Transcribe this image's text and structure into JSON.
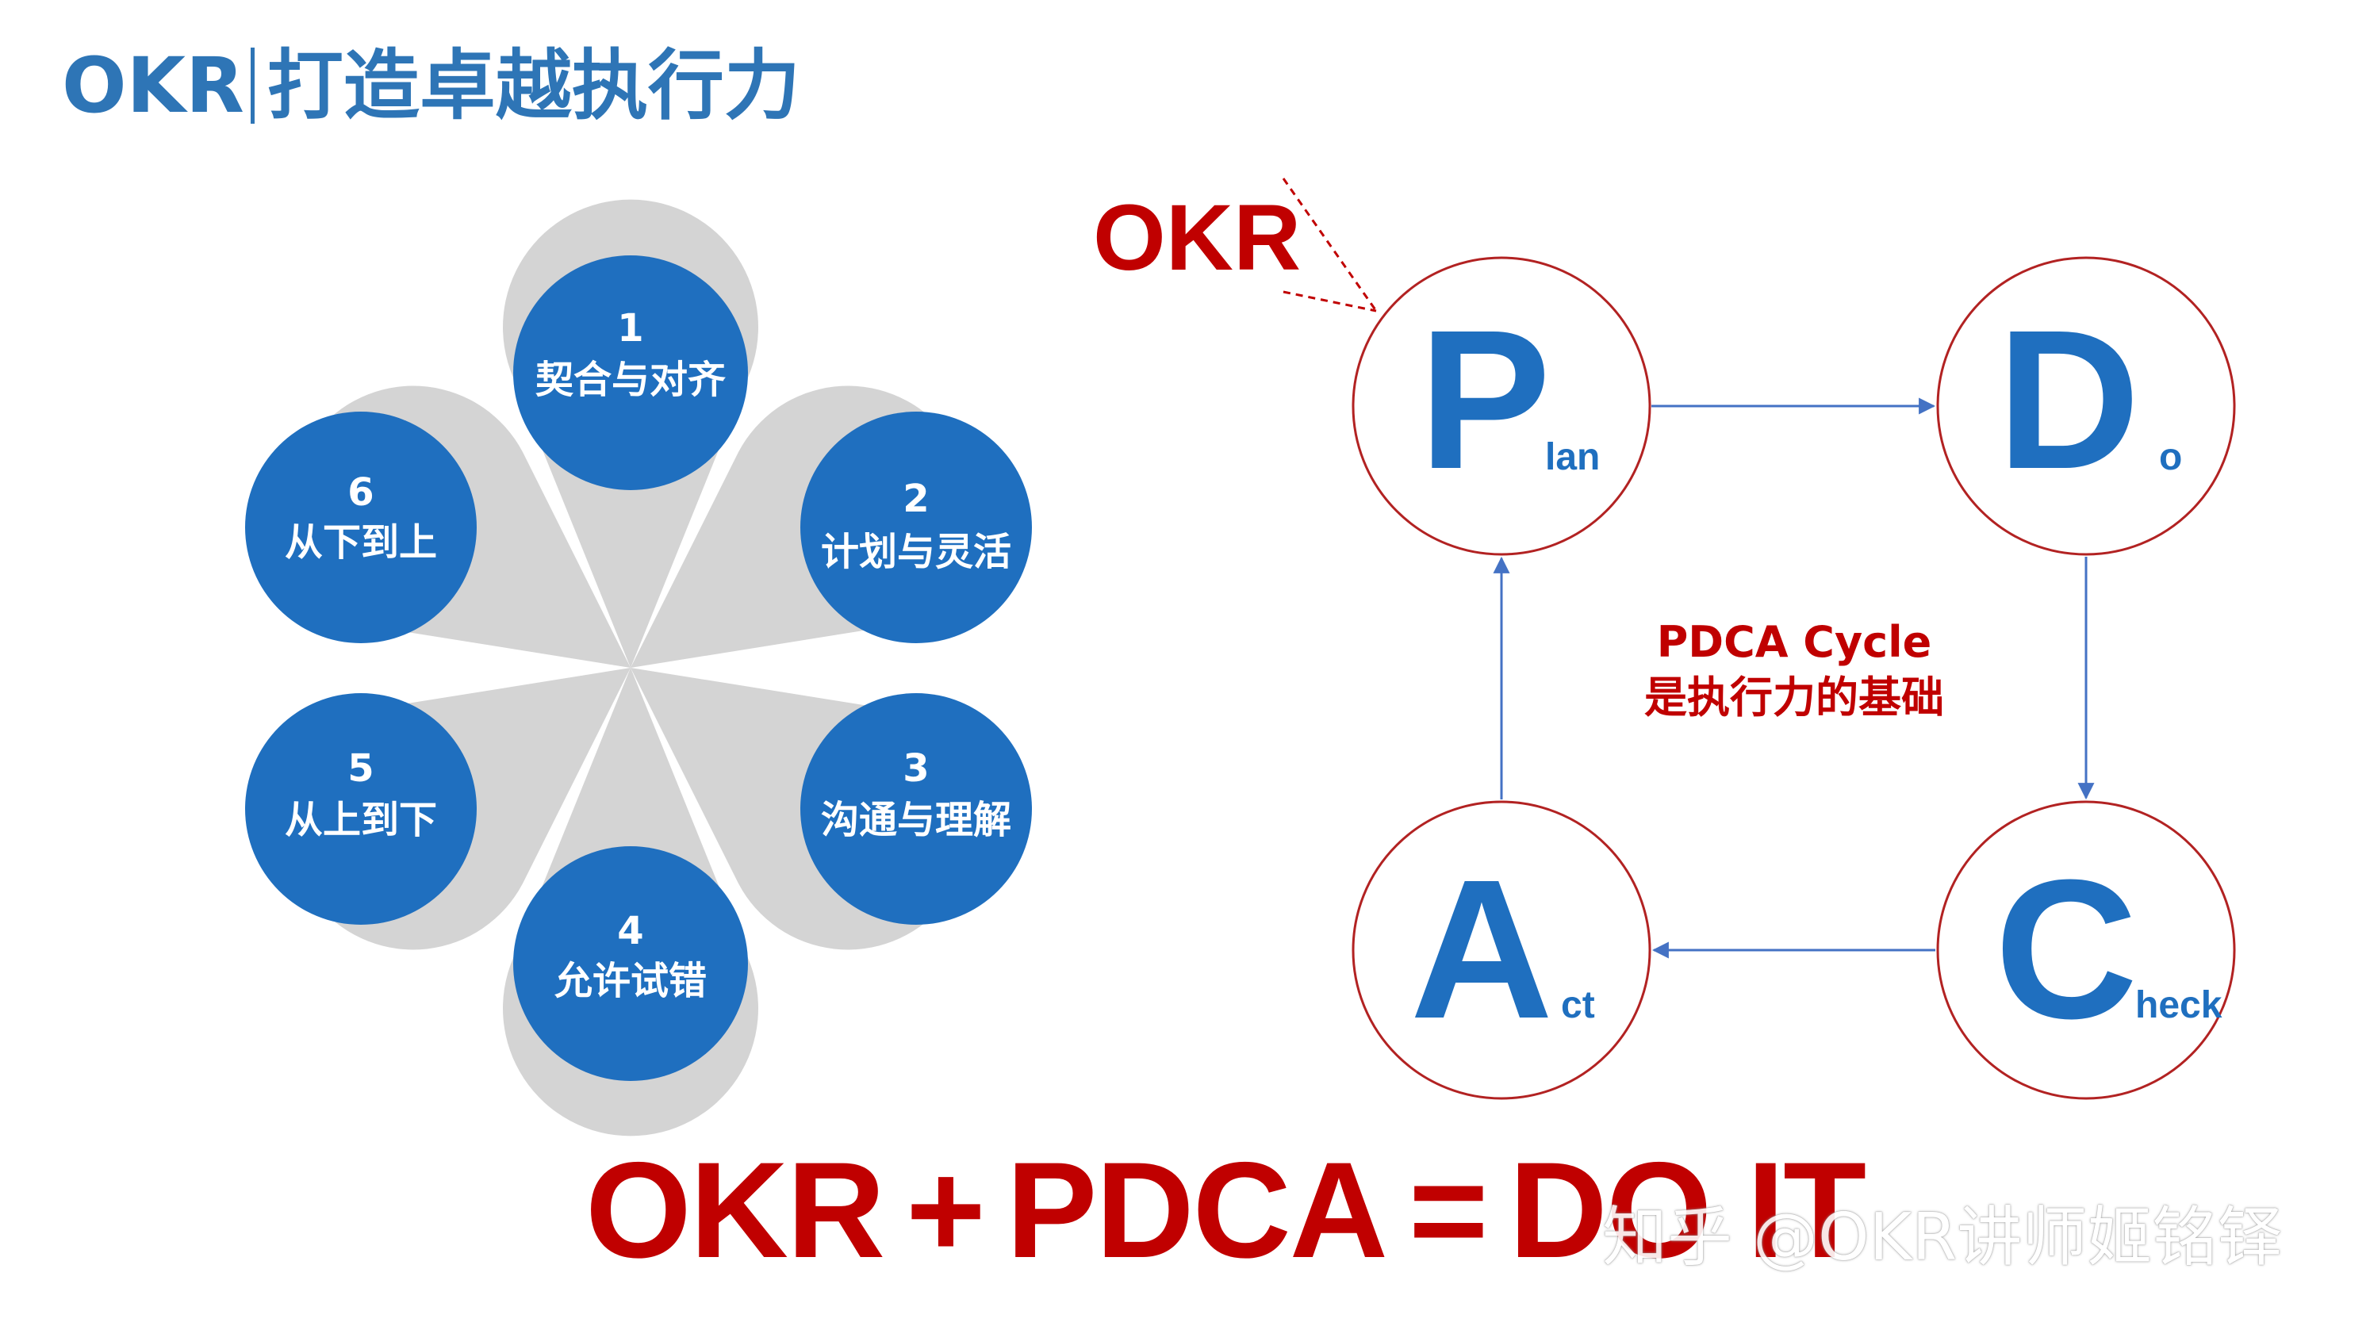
{
  "header": {
    "title_main": "OKR",
    "title_sub": "打造卓越执行力"
  },
  "petals": [
    {
      "number": "1",
      "label": "契合与对齐"
    },
    {
      "number": "2",
      "label": "计划与灵活"
    },
    {
      "number": "3",
      "label": "沟通与理解"
    },
    {
      "number": "4",
      "label": "允许试错"
    },
    {
      "number": "5",
      "label": "从上到下"
    },
    {
      "number": "6",
      "label": "从下到上"
    }
  ],
  "pdca": {
    "okr_tag": "OKR",
    "nodes": [
      {
        "letter": "P",
        "suffix": "lan"
      },
      {
        "letter": "D",
        "suffix": "o"
      },
      {
        "letter": "C",
        "suffix": "heck"
      },
      {
        "letter": "A",
        "suffix": "ct"
      }
    ],
    "center_line1": "PDCA Cycle",
    "center_line2": "是执行力的基础"
  },
  "equation": {
    "part1": "OKR",
    "op1": "+",
    "part2": "PDCA",
    "op2": "=",
    "part3": "DO IT"
  },
  "watermark": {
    "text": "知乎 @OKR讲师姬铭铎"
  },
  "colors": {
    "blue": "#1f6fbf",
    "title_blue": "#2e75b6",
    "red": "#c00000",
    "petal_gray": "#d4d4d4",
    "ring_red": "#b22222"
  }
}
